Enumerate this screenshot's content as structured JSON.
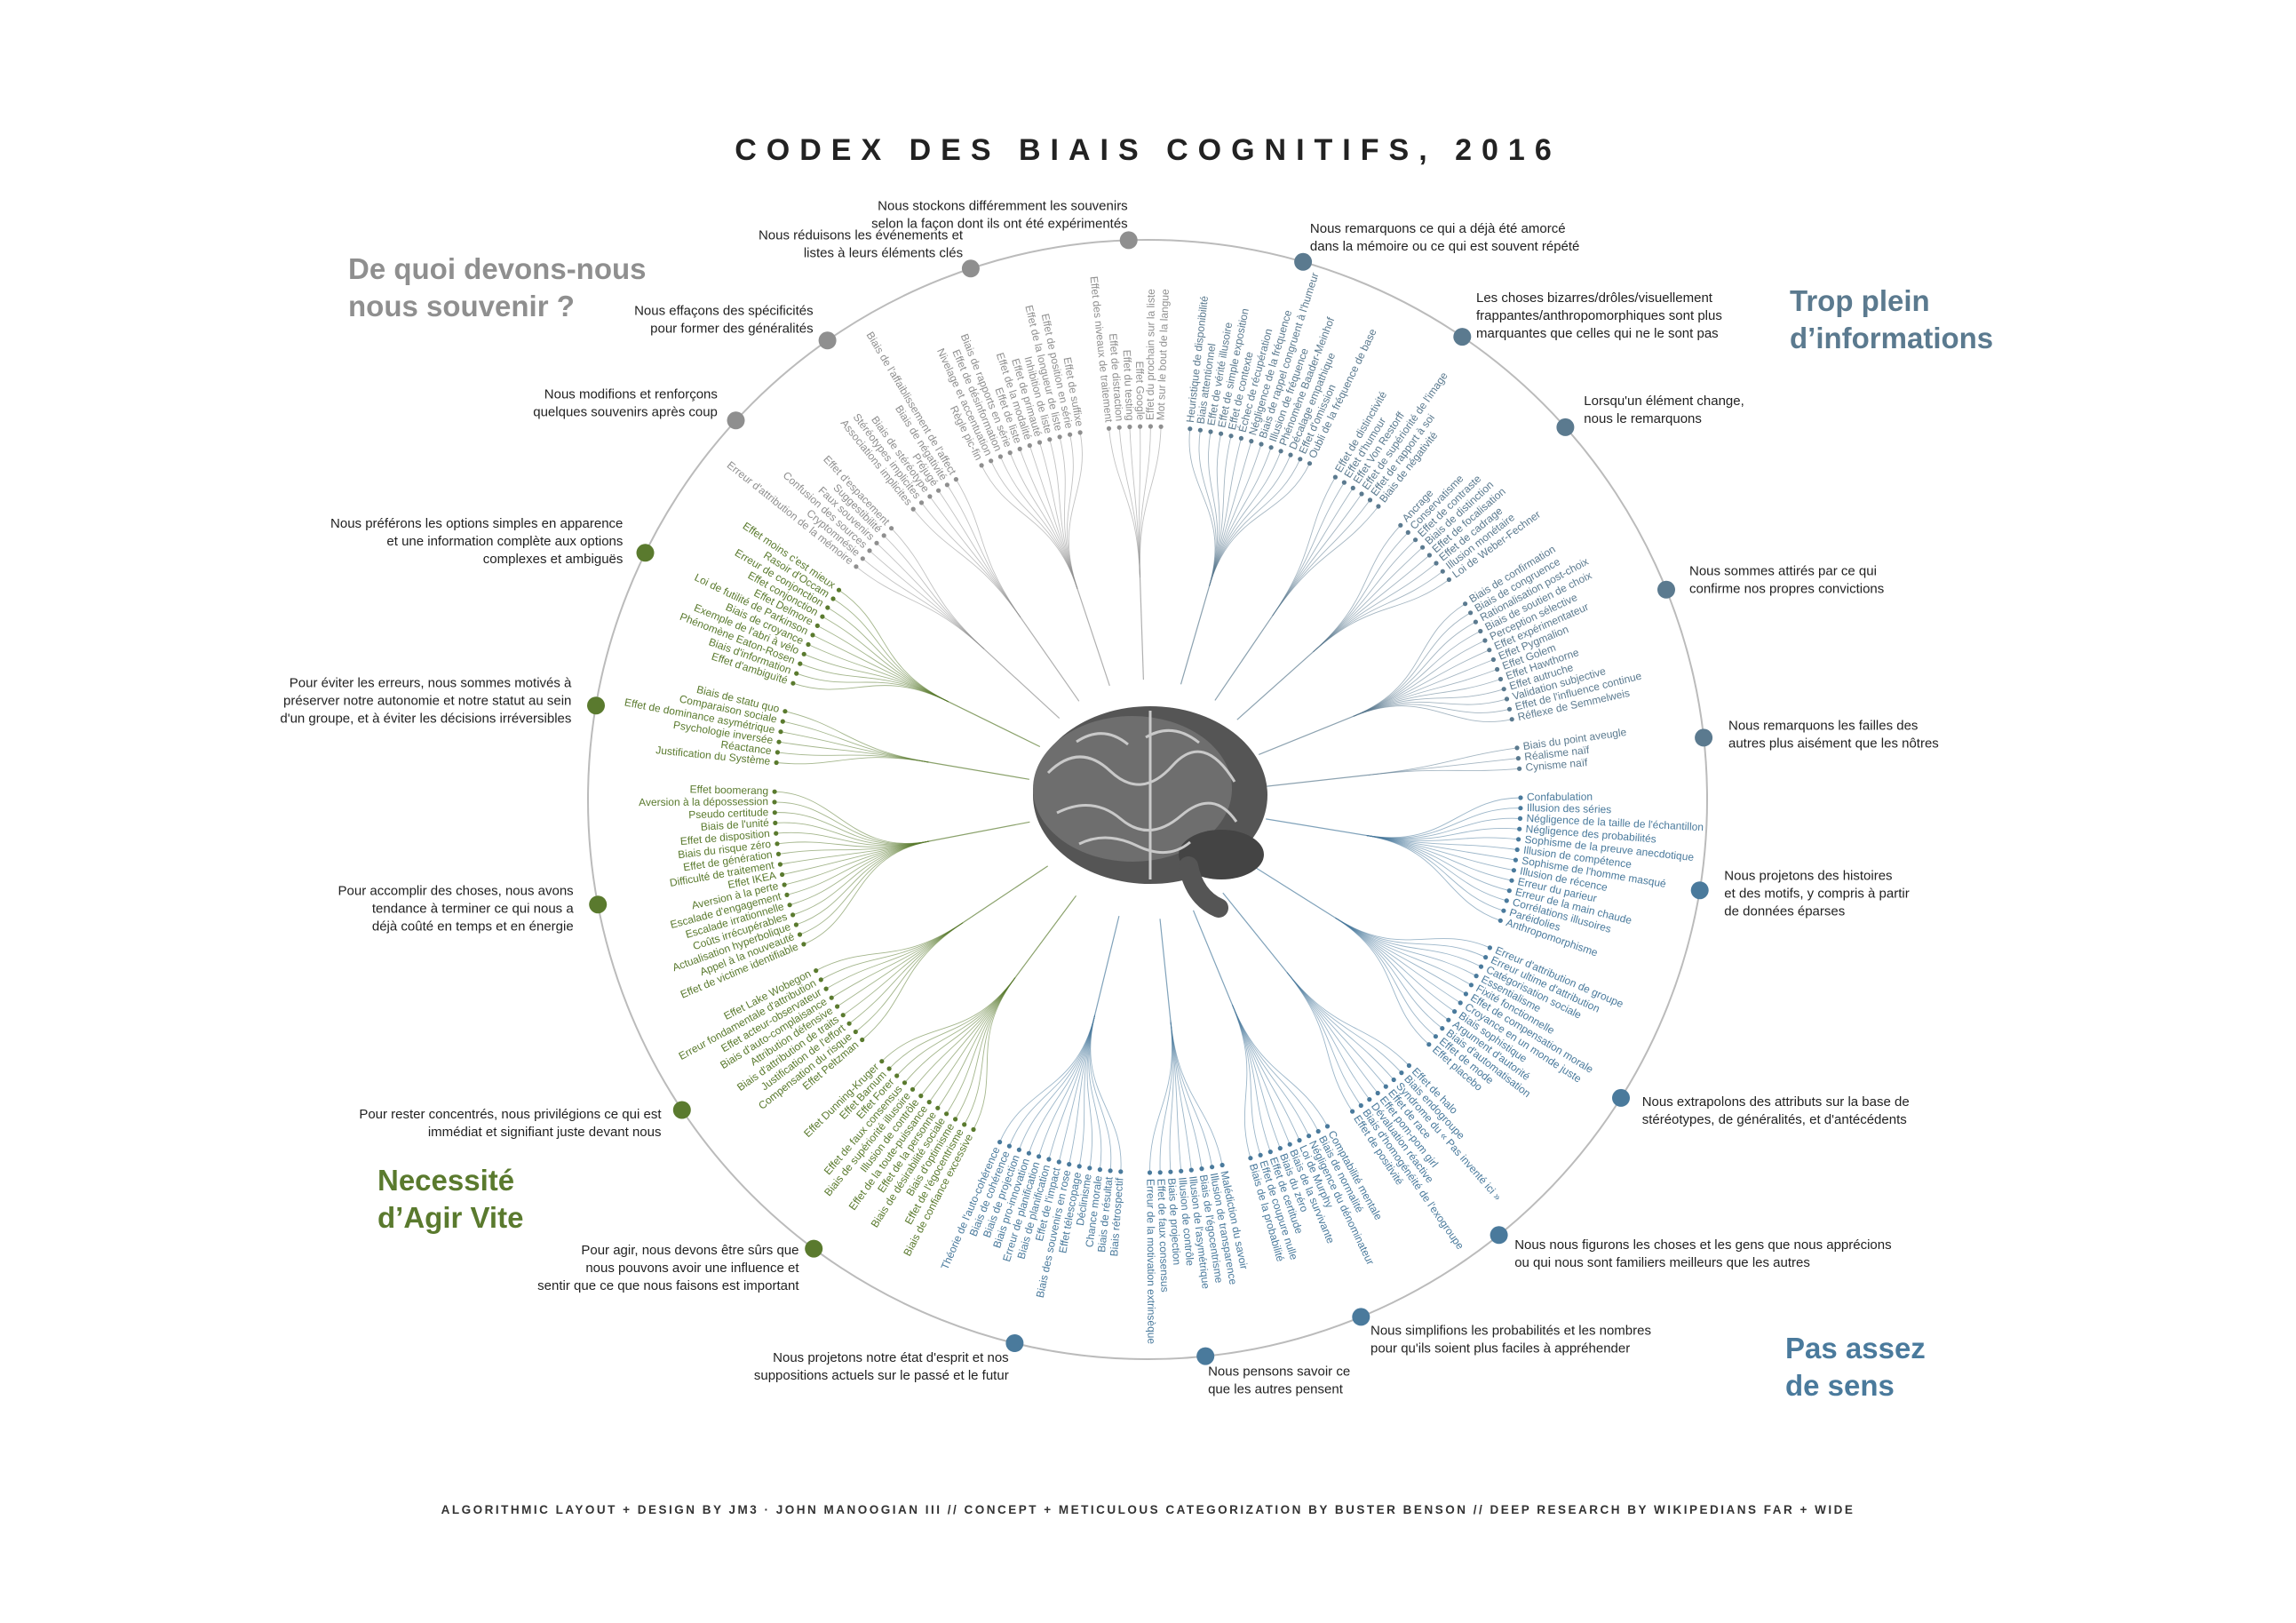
{
  "title": "CODEX DES BIAIS COGNITIFS, 2016",
  "credits": "ALGORITHMIC LAYOUT + DESIGN BY JM3 · JOHN MANOOGIAN III // CONCEPT + METICULOUS CATEGORIZATION BY BUSTER BENSON // DEEP RESEARCH BY WIKIPEDIANS FAR + WIDE",
  "colors": {
    "memory": "#8f8f8f",
    "information": "#5b7a8f",
    "action": "#5a7a2e",
    "meaning": "#4a7a9c",
    "ring": "#bbbbbb",
    "brain": "#555555"
  },
  "icons": {
    "center": "brain-icon"
  },
  "quadrants": [
    {
      "key": "memory",
      "line1": "De quoi devons-nous",
      "line2": "nous souvenir ?"
    },
    {
      "key": "information",
      "line1": "Trop plein",
      "line2": "d’informations"
    },
    {
      "key": "action",
      "line1": "Necessité",
      "line2": "d’Agir Vite"
    },
    {
      "key": "meaning",
      "line1": "Pas assez",
      "line2": "de sens"
    }
  ],
  "categories": [
    {
      "key": "information",
      "lines": [
        "Nous remarquons ce qui a déjà été amorcé",
        "dans la mémoire ou ce qui est souvent répété"
      ],
      "biases": [
        "Heuristique de disponibilité",
        "Biais attentionnel",
        "Effet de vérité illusoire",
        "Effet de simple exposition",
        "Effet de contexte",
        "Échec de récupération",
        "Négligence de la fréquence",
        "Biais de rappel congruent à l'humeur",
        "Illusion de fréquence",
        "Phénomène Baader-Meinhof",
        "Décalage empathique",
        "Effet d'omission",
        "Oubli de la fréquence de base"
      ]
    },
    {
      "key": "information",
      "lines": [
        "Les choses bizarres/drôles/visuellement",
        "frappantes/anthropomorphiques sont plus",
        "marquantes que celles qui ne le sont pas"
      ],
      "biases": [
        "Effet de distinctivité",
        "Effet d'humour",
        "Effet Von Restorff",
        "Effet de supériorité de l'image",
        "Effet de rapport à soi",
        "Biais de négativité"
      ]
    },
    {
      "key": "information",
      "lines": [
        "Lorsqu'un élément change,",
        "nous le remarquons"
      ],
      "biases": [
        "Ancrage",
        "Conservatisme",
        "Effet de contraste",
        "Biais de distinction",
        "Effet de focalisation",
        "Effet de cadrage",
        "Illusion monétaire",
        "Loi de Weber-Fechner"
      ]
    },
    {
      "key": "information",
      "lines": [
        "Nous sommes attirés par ce qui",
        "confirme nos propres convictions"
      ],
      "biases": [
        "Biais de confirmation",
        "Biais de congruence",
        "Rationalisation post-choix",
        "Biais de soutien de choix",
        "Perception sélective",
        "Effet expérimentateur",
        "Effet Pygmalion",
        "Effet Golem",
        "Effet Hawthorne",
        "Effet autruche",
        "Validation subjective",
        "Effet de l'influence continue",
        "Réflexe de Semmelweis"
      ]
    },
    {
      "key": "information",
      "lines": [
        "Nous remarquons les failles des",
        "autres plus aisément que les nôtres"
      ],
      "biases": [
        "Biais du point aveugle",
        "Réalisme naïf",
        "Cynisme naïf"
      ]
    },
    {
      "key": "meaning",
      "lines": [
        "Nous projetons des histoires",
        "et des motifs, y compris à partir",
        "de données éparses"
      ],
      "biases": [
        "Confabulation",
        "Illusion des séries",
        "Négligence de la taille de l'échantillon",
        "Négligence des probabilités",
        "Sophisme de la preuve anecdotique",
        "Illusion de compétence",
        "Sophisme de l'homme masqué",
        "Illusion de récence",
        "Erreur du parieur",
        "Erreur de la main chaude",
        "Corrélations illusoires",
        "Paréidolies",
        "Anthropomorphisme"
      ]
    },
    {
      "key": "meaning",
      "lines": [
        "Nous extrapolons des attributs sur la base de",
        "stéréotypes, de généralités, et d'antécédents"
      ],
      "biases": [
        "Erreur d'attribution de groupe",
        "Erreur ultime d'attribution",
        "Catégorisation sociale",
        "Essentialisme",
        "Fixité fonctionnelle",
        "Effet de compensation morale",
        "Croyance en un monde juste",
        "Biais sophistique",
        "Argument d'autorité",
        "Biais d'automatisation",
        "Effet de mode",
        "Effet placebo"
      ]
    },
    {
      "key": "meaning",
      "lines": [
        "Nous nous figurons les choses et les gens que nous apprécions",
        "ou qui nous sont familiers meilleurs que les autres"
      ],
      "biases": [
        "Effet de halo",
        "Biais endogroupe",
        "Syndrome du « Pas inventé ici »",
        "Effet de race",
        "Effet pom-pom girl",
        "Dévaluation réactive",
        "Biais d'homogénéité de l'exogroupe",
        "Effet de positivité"
      ]
    },
    {
      "key": "meaning",
      "lines": [
        "Nous simplifions les probabilités et les nombres",
        "pour qu'ils soient plus faciles à appréhender"
      ],
      "biases": [
        "Comptabilité mentale",
        "Biais de normalité",
        "Négligence du dénominateur",
        "Loi de Murphy",
        "Biais de la survivante",
        "Biais du zéro",
        "Effet de certitude",
        "Effet de coupure nulle",
        "Biais de la probabilité"
      ]
    },
    {
      "key": "meaning",
      "lines": [
        "Nous pensons savoir ce",
        "que les autres pensent"
      ],
      "biases": [
        "Malédiction du savoir",
        "Illusion de transparence",
        "Biais de l'égocentrisme",
        "Illusion de l'asymétrique",
        "Illusion de contrôle",
        "Biais de projection",
        "Effet de faux consensus",
        "Erreur de la motivation extrinsèque"
      ]
    },
    {
      "key": "meaning",
      "lines": [
        "Nous projetons notre état d'esprit et nos",
        "suppositions actuels sur le passé et le futur"
      ],
      "biases": [
        "Biais rétrospectif",
        "Biais de résultat",
        "Chance morale",
        "Déclinisme",
        "Effet télescopage",
        "Biais des souvenirs en rose",
        "Effet de l'impact",
        "Biais de planification",
        "Erreur de planification",
        "Biais pro-innovation",
        "Biais de projection",
        "Biais de cohérence",
        "Théorie de l'auto-cohérence"
      ]
    },
    {
      "key": "action",
      "lines": [
        "Pour agir, nous devons être sûrs que",
        "nous pouvons avoir une influence et",
        "sentir que ce que nous faisons est important"
      ],
      "biases": [
        "Biais de confiance excessive",
        "Effet de l'égocentrisme",
        "Biais d'optimisme",
        "Biais de désirabilité sociale",
        "Effet de la personne",
        "Effet de la toute-puissance",
        "Illusion de contrôle",
        "Biais de supériorité illusoire",
        "Effet de faux consensus",
        "Effet Forer",
        "Effet Barnum",
        "Effet Dunning-Kruger"
      ]
    },
    {
      "key": "action",
      "lines": [
        "Pour rester concentrés, nous privilégions ce qui est",
        "immédiat et signifiant juste devant nous"
      ],
      "biases": [
        "Effet Peltzman",
        "Compensation du risque",
        "Justification de l'effort",
        "Biais d'attribution de traits",
        "Attribution défensive",
        "Biais d'auto-complaisance",
        "Effet acteur-observateur",
        "Erreur fondamentale d'attribution",
        "Effet Lake Wobegon"
      ]
    },
    {
      "key": "action",
      "lines": [
        "Pour accomplir des choses, nous avons",
        "tendance à terminer ce qui nous a",
        "déjà coûté en temps et en énergie"
      ],
      "biases": [
        "Effet de victime identifiable",
        "Appel à la nouveauté",
        "Actualisation hyperbolique",
        "Coûts irrécupérables",
        "Escalade irrationnelle",
        "Escalade d'engagement",
        "Aversion à la perte",
        "Effet IKEA",
        "Difficulté de traitement",
        "Effet de génération",
        "Biais du risque zéro",
        "Effet de disposition",
        "Biais de l'unité",
        "Pseudo certitude",
        "Aversion à la dépossession",
        "Effet boomerang"
      ]
    },
    {
      "key": "action",
      "lines": [
        "Pour éviter les erreurs, nous sommes motivés à",
        "préserver notre autonomie et notre statut au sein",
        "d'un groupe, et à éviter les décisions irréversibles"
      ],
      "biases": [
        "Justification du Système",
        "Réactance",
        "Psychologie inversée",
        "Effet de dominance asymétrique",
        "Comparaison sociale",
        "Biais de statu quo"
      ]
    },
    {
      "key": "action",
      "lines": [
        "Nous préférons les options simples en apparence",
        "et une information complète aux options",
        "complexes et ambiguës"
      ],
      "biases": [
        "Effet d'ambiguïté",
        "Biais d'information",
        "Phénomène Eaton-Rosen",
        "Exemple de l'abri à vélo",
        "Biais de croyance",
        "Loi de futilité de Parkinson",
        "Effet Delmore",
        "Effet conjonction",
        "Erreur de conjonction",
        "Rasoir d'Occam",
        "Effet moins c'est mieux"
      ]
    },
    {
      "key": "memory",
      "lines": [
        "Nous modifions et renforçons",
        "quelques souvenirs après coup"
      ],
      "biases": [
        "Erreur d'attribution de la mémoire",
        "Cryptomnésie",
        "Confusion des sources",
        "Faux souvenirs",
        "Suggestibilité",
        "Effet d'espacement"
      ]
    },
    {
      "key": "memory",
      "lines": [
        "Nous effaçons des spécificités",
        "pour former des généralités"
      ],
      "biases": [
        "Associations implicites",
        "Stéréotypes implicites",
        "Biais de stéréotype",
        "Préjugé",
        "Biais de négativité",
        "Biais de l'affaiblissement de l'affect"
      ]
    },
    {
      "key": "memory",
      "lines": [
        "Nous réduisons les événements et",
        "listes à leurs éléments clés"
      ],
      "biases": [
        "Règle pic-fin",
        "Nivelage et accentuation",
        "Effet de désinformation",
        "Biais de rapports en série",
        "Effet de liste",
        "Effet de la modalité",
        "Effet de primauté",
        "Inhibition de liste",
        "Effet de la longueur de liste",
        "Effet de position en série",
        "Effet de suffixe"
      ]
    },
    {
      "key": "memory",
      "lines": [
        "Nous stockons différemment les souvenirs",
        "selon la façon dont ils ont été expérimentés"
      ],
      "biases": [
        "Effet des niveaux de traitement",
        "Effet de distraction",
        "Effet du testing",
        "Effet Google",
        "Effet du prochain sur la liste",
        "Mot sur le bout de la langue"
      ]
    }
  ]
}
